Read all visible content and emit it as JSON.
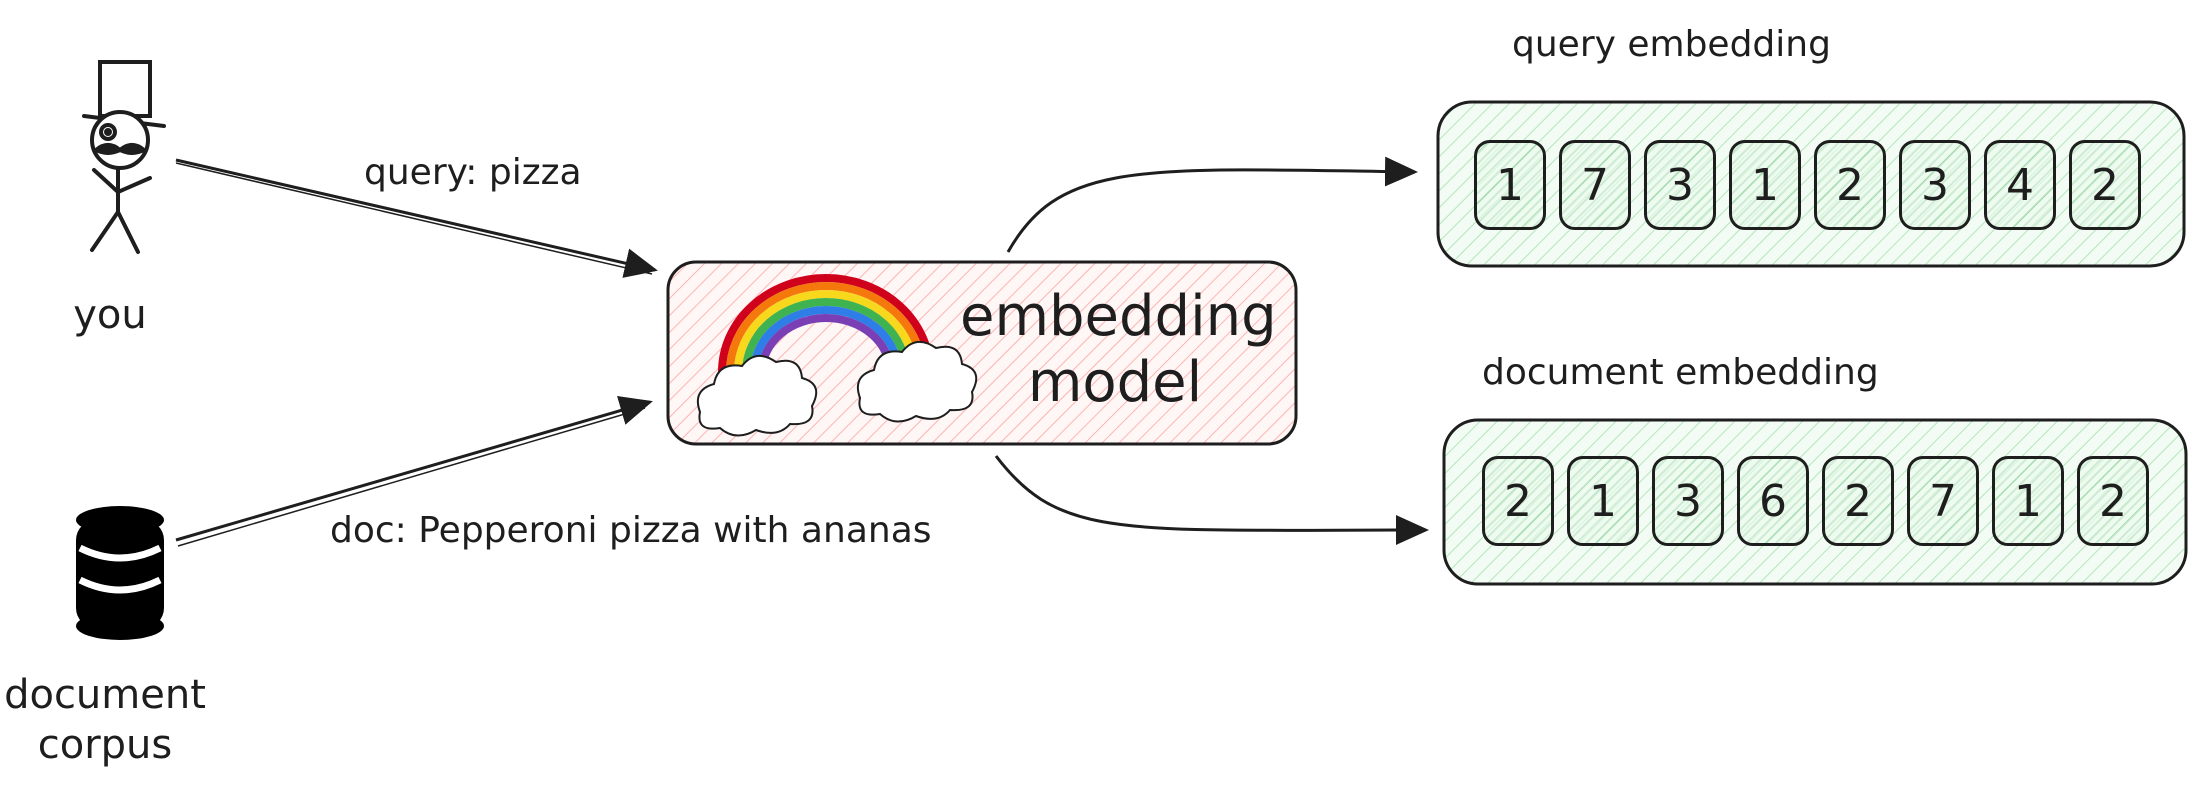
{
  "actors": {
    "you_label": "you",
    "corpus_label": "document corpus"
  },
  "edges": {
    "query_label": "query: pizza",
    "doc_label": "doc: Pepperoni pizza with ananas"
  },
  "model": {
    "label": "embedding model"
  },
  "query_embedding": {
    "title": "query embedding",
    "values": [
      "1",
      "7",
      "3",
      "1",
      "2",
      "3",
      "4",
      "2"
    ]
  },
  "document_embedding": {
    "title": "document embedding",
    "values": [
      "2",
      "1",
      "3",
      "6",
      "2",
      "7",
      "1",
      "2"
    ]
  },
  "colors": {
    "stroke": "#1e1e1e",
    "model_fill": "#ffc9c9",
    "embedding_fill": "#b2f2bb"
  }
}
